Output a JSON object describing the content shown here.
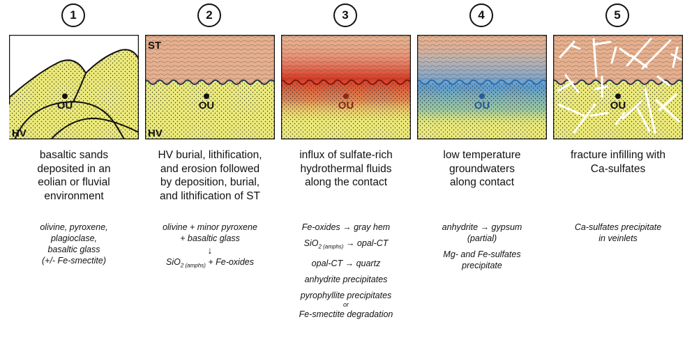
{
  "panels": [
    {
      "number": "1",
      "title": [
        "basaltic sands",
        "deposited in an",
        "eolian or fluvial",
        "environment"
      ],
      "labels": {
        "top": "",
        "bottom": "HV",
        "center": "OU"
      },
      "notes": [
        "olivine, pyroxene,",
        "plagioclase,",
        "basaltic glass",
        "(+/- Fe-smectite)"
      ]
    },
    {
      "number": "2",
      "title": [
        "HV burial, lithification,",
        "and erosion followed",
        "by deposition, burial,",
        "and lithification of ST"
      ],
      "labels": {
        "top": "ST",
        "bottom": "HV",
        "center": "OU"
      },
      "notes": {
        "line1": "olivine + minor pyroxene",
        "line2": "+ basaltic glass",
        "arrow": "↓",
        "silica_prefix": "SiO",
        "silica_sub": "2 (amphs)",
        "silica_suffix": " + Fe-oxides"
      }
    },
    {
      "number": "3",
      "title": [
        "influx of sulfate-rich",
        "hydrothermal fluids",
        "along the contact"
      ],
      "labels": {
        "top": "",
        "bottom": "",
        "center": "OU"
      },
      "notes": {
        "fe_oxides": "Fe-oxides → gray hem",
        "silica_prefix": "SiO",
        "silica_sub": "2 (amphs)",
        "silica_suffix": " → opal-CT",
        "opal": "opal-CT → quartz",
        "anhydrite": "anhydrite precipitates",
        "pyrophyllite": "pyrophyllite precipitates",
        "or": "or",
        "smectite": "Fe-smectite degradation"
      }
    },
    {
      "number": "4",
      "title": [
        "low temperature",
        "groundwaters",
        "along contact"
      ],
      "labels": {
        "top": "",
        "bottom": "",
        "center": "OU"
      },
      "notes": [
        "anhydrite → gypsum",
        "(partial)",
        "Mg- and Fe-sulfates",
        "precipitate"
      ]
    },
    {
      "number": "5",
      "title": [
        "fracture infilling with",
        "Ca-sulfates"
      ],
      "labels": {
        "top": "",
        "bottom": "",
        "center": "OU"
      },
      "notes": [
        "Ca-sulfates precipitate",
        "in veinlets"
      ]
    }
  ],
  "colors": {
    "sand": "#ecea7a",
    "st": "#e5b08f",
    "hydrothermal": "#d93a25",
    "groundwater": "#5c9bd0",
    "vein": "#ffffff",
    "outline": "#111111"
  }
}
